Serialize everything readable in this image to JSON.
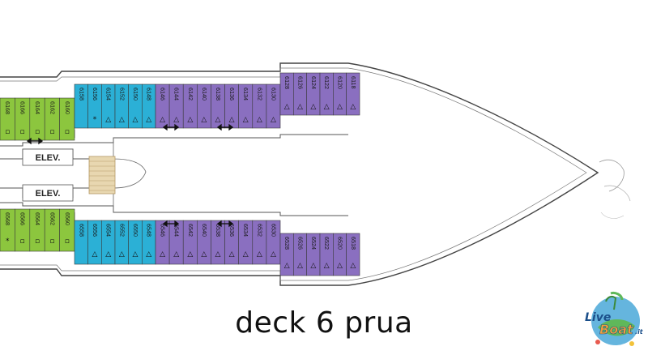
{
  "title": "deck 6 prua",
  "elevators": {
    "upper_label": "ELEV.",
    "lower_label": "ELEV."
  },
  "colors": {
    "green": "#8cc63e",
    "blue": "#2bb0d6",
    "purple": "#8a6fc0",
    "hull": "#444444",
    "stairs": "#e8d7b0"
  },
  "legend_symbols": {
    "triangle": "△",
    "star": "*",
    "bed": "▫"
  },
  "cabins": {
    "upper_green": [
      "6168",
      "6166",
      "6164",
      "6162",
      "6160"
    ],
    "upper_blue": [
      "6158",
      "6156",
      "6154",
      "6152",
      "6150",
      "6148"
    ],
    "upper_purple": [
      "6146",
      "6144",
      "6142",
      "6140",
      "6138",
      "6136",
      "6134",
      "6132",
      "6130"
    ],
    "upper_purple_fore": [
      "6128",
      "6126",
      "6124",
      "6122",
      "6120",
      "6118"
    ],
    "lower_green": [
      "6568",
      "6566",
      "6564",
      "6562",
      "6560"
    ],
    "lower_blue": [
      "6558",
      "6556",
      "6554",
      "6552",
      "6550",
      "6548"
    ],
    "lower_purple": [
      "6546",
      "6544",
      "6542",
      "6540",
      "6538",
      "6536",
      "6534",
      "6532",
      "6530"
    ],
    "lower_purple_fore": [
      "6528",
      "6526",
      "6524",
      "6522",
      "6520",
      "6518"
    ]
  },
  "logo": {
    "line1": "Live",
    "line2": "Boat",
    "suffix": ".it"
  }
}
